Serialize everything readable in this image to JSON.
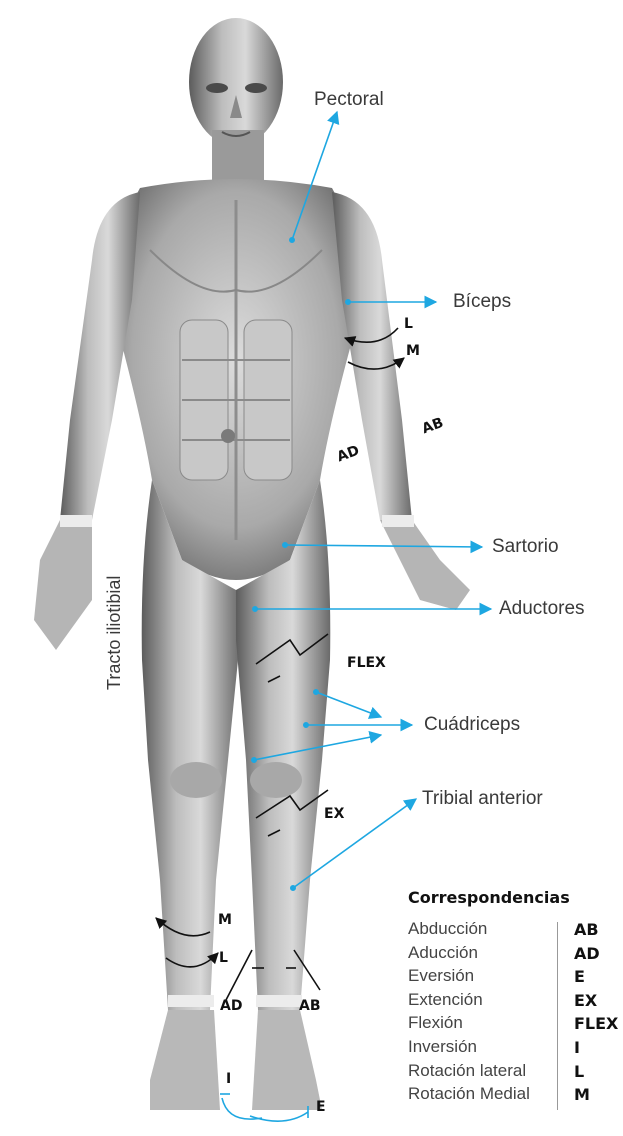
{
  "colors": {
    "accent": "#1ea7e1",
    "figure_light": "#d6d6d6",
    "figure_dark": "#6e6e6e",
    "text": "#3a3a3a"
  },
  "muscle_labels": {
    "pectoral": "Pectoral",
    "biceps": "Bíceps",
    "sartorio": "Sartorio",
    "aductores": "Aductores",
    "cuadriceps": "Cuádriceps",
    "tribial_anterior": "Tribial anterior",
    "tracto_iliotibial": "Tracto iliotibial"
  },
  "movement_marks": {
    "arm_l": "L",
    "arm_m": "M",
    "arm_ab": "AB",
    "arm_ad": "AD",
    "flex": "FLEX",
    "ex": "EX",
    "leg_m": "M",
    "leg_l": "L",
    "leg_ad": "AD",
    "leg_ab": "AB",
    "foot_i": "I",
    "foot_e": "E"
  },
  "legend": {
    "title": "Correspondencias",
    "rows": [
      {
        "name": "Abducción",
        "abbr": "AB"
      },
      {
        "name": "Aducción",
        "abbr": "AD"
      },
      {
        "name": "Eversión",
        "abbr": "E"
      },
      {
        "name": "Extención",
        "abbr": "EX"
      },
      {
        "name": "Flexión",
        "abbr": "FLEX"
      },
      {
        "name": "Inversión",
        "abbr": "I"
      },
      {
        "name": "Rotación lateral",
        "abbr": "L"
      },
      {
        "name": "Rotación Medial",
        "abbr": "M"
      }
    ]
  }
}
